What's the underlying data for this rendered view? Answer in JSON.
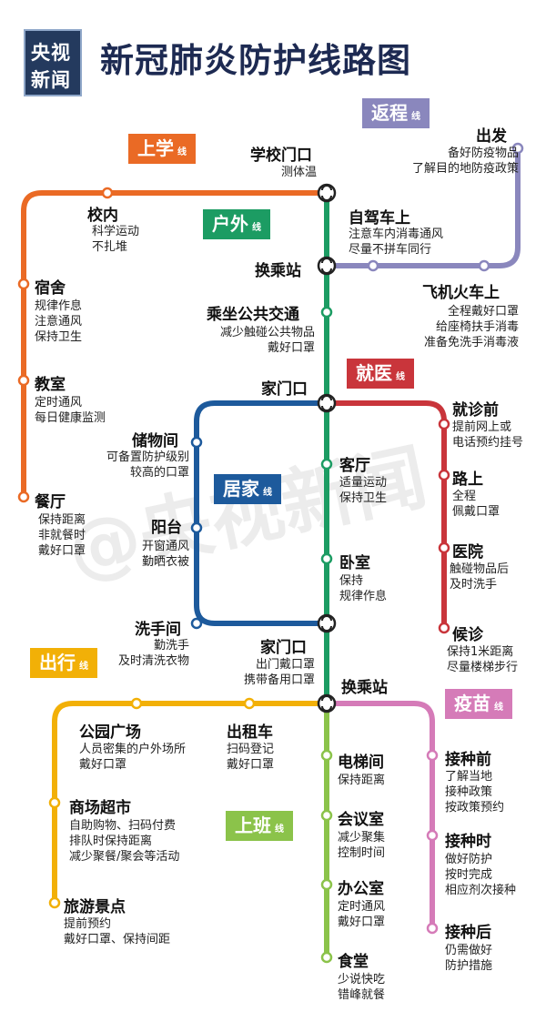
{
  "header": {
    "logo_line1": "央视",
    "logo_line2": "新闻",
    "title": "新冠肺炎防护线路图"
  },
  "watermark": "@央视新闻",
  "colors": {
    "school": "#ea6a25",
    "outdoor": "#1c9c63",
    "return": "#8a87bd",
    "medical": "#c9353b",
    "home": "#1d5a9c",
    "travel": "#f2b007",
    "vaccine": "#d57bb8",
    "work": "#8bc34a"
  },
  "lines": {
    "school": {
      "name": "上学",
      "suffix": "线"
    },
    "outdoor": {
      "name": "户外",
      "suffix": "线"
    },
    "return": {
      "name": "返程",
      "suffix": "线"
    },
    "medical": {
      "name": "就医",
      "suffix": "线"
    },
    "home": {
      "name": "居家",
      "suffix": "线"
    },
    "travel": {
      "name": "出行",
      "suffix": "线"
    },
    "vaccine": {
      "name": "疫苗",
      "suffix": "线"
    },
    "work": {
      "name": "上班",
      "suffix": "线"
    }
  },
  "stations": {
    "school_gate": {
      "name": "学校门口",
      "desc": [
        "测体温"
      ]
    },
    "depart": {
      "name": "出发",
      "desc": [
        "备好防疫物品",
        "了解目的地防疫政策"
      ]
    },
    "campus": {
      "name": "校内",
      "desc": [
        "科学运动",
        "不扎堆"
      ]
    },
    "self_drive": {
      "name": "自驾车上",
      "desc": [
        "注意车内消毒通风",
        "尽量不拼车同行"
      ]
    },
    "transfer1": {
      "name": "换乘站"
    },
    "dorm": {
      "name": "宿舍",
      "desc": [
        "规律作息",
        "注意通风",
        "保持卫生"
      ]
    },
    "plane_train": {
      "name": "飞机火车上",
      "desc": [
        "全程戴好口罩",
        "给座椅扶手消毒",
        "准备免洗手消毒液"
      ]
    },
    "transit": {
      "name": "乘坐公共交通",
      "desc": [
        "减少触碰公共物品",
        "戴好口罩"
      ]
    },
    "classroom": {
      "name": "教室",
      "desc": [
        "定时通风",
        "每日健康监测"
      ]
    },
    "home_door1": {
      "name": "家门口"
    },
    "visit": {
      "name": "就诊前",
      "desc": [
        "提前网上或",
        "电话预约挂号"
      ]
    },
    "storage": {
      "name": "储物间",
      "desc": [
        "可备置防护级别",
        "较高的口罩"
      ]
    },
    "living": {
      "name": "客厅",
      "desc": [
        "适量运动",
        "保持卫生"
      ]
    },
    "on_road": {
      "name": "路上",
      "desc": [
        "全程",
        "佩戴口罩"
      ]
    },
    "canteen": {
      "name": "餐厅",
      "desc": [
        "保持距离",
        "非就餐时",
        "戴好口罩"
      ]
    },
    "balcony": {
      "name": "阳台",
      "desc": [
        "开窗通风",
        "勤晒衣被"
      ]
    },
    "bedroom": {
      "name": "卧室",
      "desc": [
        "保持",
        "规律作息"
      ]
    },
    "hospital": {
      "name": "医院",
      "desc": [
        "触碰物品后",
        "及时洗手"
      ]
    },
    "bathroom": {
      "name": "洗手间",
      "desc": [
        "勤洗手",
        "及时清洗衣物"
      ]
    },
    "waiting": {
      "name": "候诊",
      "desc": [
        "保持1米距离",
        "尽量楼梯步行"
      ]
    },
    "home_door2": {
      "name": "家门口",
      "desc": [
        "出门戴口罩",
        "携带备用口罩"
      ]
    },
    "transfer2": {
      "name": "换乘站"
    },
    "park": {
      "name": "公园广场",
      "desc": [
        "人员密集的户外场所",
        "戴好口罩"
      ]
    },
    "taxi": {
      "name": "出租车",
      "desc": [
        "扫码登记",
        "戴好口罩"
      ]
    },
    "elevator": {
      "name": "电梯间",
      "desc": [
        "保持距离"
      ]
    },
    "vac_before": {
      "name": "接种前",
      "desc": [
        "了解当地",
        "接种政策",
        "按政策预约"
      ]
    },
    "mall": {
      "name": "商场超市",
      "desc": [
        "自助购物、扫码付费",
        "排队时保持距离",
        "减少聚餐/聚会等活动"
      ]
    },
    "meeting": {
      "name": "会议室",
      "desc": [
        "减少聚集",
        "控制时间"
      ]
    },
    "vac_during": {
      "name": "接种时",
      "desc": [
        "做好防护",
        "按时完成",
        "相应剂次接种"
      ]
    },
    "scenic": {
      "name": "旅游景点",
      "desc": [
        "提前预约",
        "戴好口罩、保持间距"
      ]
    },
    "office": {
      "name": "办公室",
      "desc": [
        "定时通风",
        "戴好口罩"
      ]
    },
    "vac_after": {
      "name": "接种后",
      "desc": [
        "仍需做好",
        "防护措施"
      ]
    },
    "cafeteria": {
      "name": "食堂",
      "desc": [
        "少说快吃",
        "错峰就餐"
      ]
    }
  }
}
